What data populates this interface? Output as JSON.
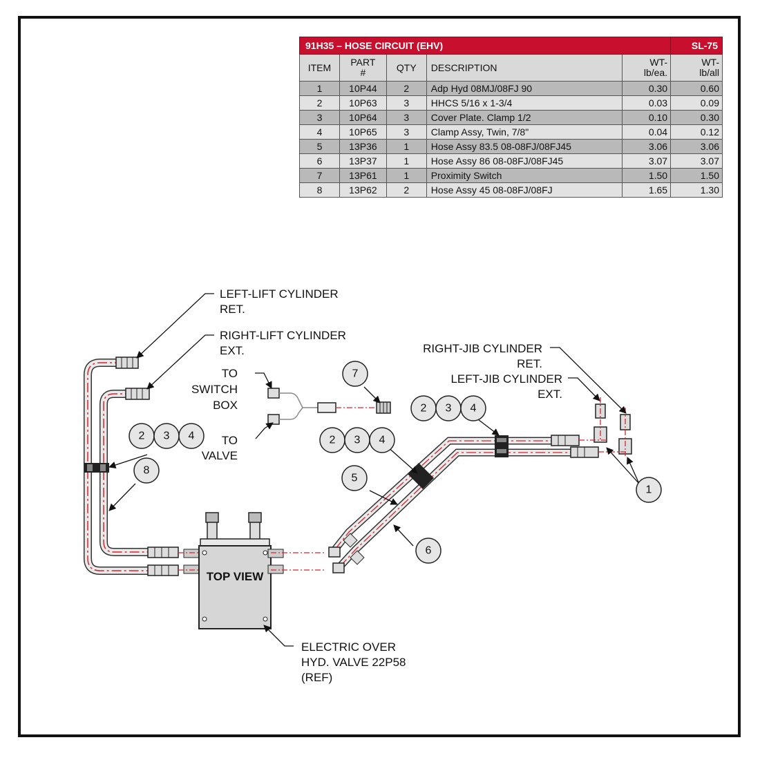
{
  "table": {
    "title": "91H35 – HOSE CIRCUIT (EHV)",
    "code": "SL-75",
    "headers": {
      "item": "ITEM",
      "part_line1": "PART",
      "part_line2": "#",
      "qty": "QTY",
      "description": "DESCRIPTION",
      "wt_each_line1": "WT-",
      "wt_each_line2": "lb/ea.",
      "wt_all_line1": "WT-",
      "wt_all_line2": "lb/all"
    },
    "rows": [
      {
        "item": "1",
        "part": "10P44",
        "qty": "2",
        "description": "Adp Hyd 08MJ/08FJ 90",
        "wt_each": "0.30",
        "wt_all": "0.60"
      },
      {
        "item": "2",
        "part": "10P63",
        "qty": "3",
        "description": "HHCS 5/16 x 1-3/4",
        "wt_each": "0.03",
        "wt_all": "0.09"
      },
      {
        "item": "3",
        "part": "10P64",
        "qty": "3",
        "description": "Cover Plate. Clamp 1/2",
        "wt_each": "0.10",
        "wt_all": "0.30"
      },
      {
        "item": "4",
        "part": "10P65",
        "qty": "3",
        "description": "Clamp Assy, Twin, 7/8\"",
        "wt_each": "0.04",
        "wt_all": "0.12"
      },
      {
        "item": "5",
        "part": "13P36",
        "qty": "1",
        "description": "Hose Assy 83.5 08-08FJ/08FJ45",
        "wt_each": "3.06",
        "wt_all": "3.06"
      },
      {
        "item": "6",
        "part": "13P37",
        "qty": "1",
        "description": "Hose Assy 86 08-08FJ/08FJ45",
        "wt_each": "3.07",
        "wt_all": "3.07"
      },
      {
        "item": "7",
        "part": "13P61",
        "qty": "1",
        "description": "Proximity Switch",
        "wt_each": "1.50",
        "wt_all": "1.50"
      },
      {
        "item": "8",
        "part": "13P62",
        "qty": "2",
        "description": "Hose Assy 45 08-08FJ/08FJ",
        "wt_each": "1.65",
        "wt_all": "1.30"
      }
    ]
  },
  "labels": {
    "left_lift_1": "LEFT-LIFT CYLINDER",
    "left_lift_2": "RET.",
    "right_lift_1": "RIGHT-LIFT CYLINDER",
    "right_lift_2": "EXT.",
    "to_switch_1": "TO",
    "to_switch_2": "SWITCH",
    "to_switch_3": "BOX",
    "to_valve_1": "TO",
    "to_valve_2": "VALVE",
    "right_jib_1": "RIGHT-JIB CYLINDER",
    "right_jib_2": "RET.",
    "left_jib_1": "LEFT-JIB CYLINDER",
    "left_jib_2": "EXT.",
    "top_view": "TOP VIEW",
    "valve_1": "ELECTRIC OVER",
    "valve_2": "HYD.  VALVE 22P58",
    "valve_3": "(REF)"
  },
  "balloons": {
    "b7": "7",
    "b2a": "2",
    "b3a": "3",
    "b4a": "4",
    "b2b": "2",
    "b3b": "3",
    "b4b": "4",
    "b2c": "2",
    "b3c": "3",
    "b4c": "4",
    "b8": "8",
    "b5": "5",
    "b6": "6",
    "b1": "1"
  },
  "colors": {
    "header_red": "#c8102e",
    "hose_centerline": "#d9232e",
    "row_dark": "#b9b9b9",
    "row_light": "#e2e2e2"
  }
}
